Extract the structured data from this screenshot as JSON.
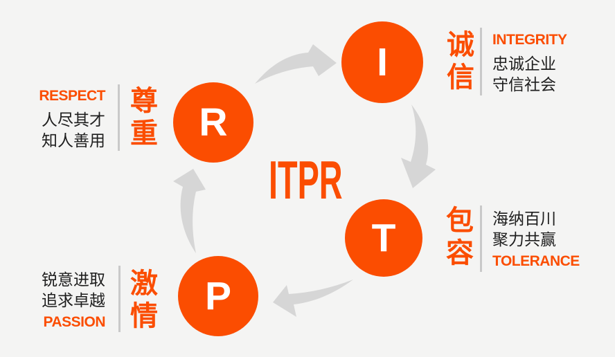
{
  "diagram": {
    "center_title": "ITPR",
    "nodes": {
      "integrity": {
        "letter": "I",
        "zh": "诚信",
        "en": "INTEGRITY",
        "lines": [
          "忠诚企业",
          "守信社会"
        ]
      },
      "tolerance": {
        "letter": "T",
        "zh": "包容",
        "en": "TOLERANCE",
        "lines": [
          "海纳百川",
          "聚力共赢"
        ]
      },
      "passion": {
        "letter": "P",
        "zh": "激情",
        "en": "PASSION",
        "lines": [
          "锐意进取",
          "追求卓越"
        ]
      },
      "respect": {
        "letter": "R",
        "zh": "尊重",
        "en": "RESPECT",
        "lines": [
          "人尽其才",
          "知人善用"
        ]
      }
    },
    "icons": {
      "arrows": [
        "cycle-arrow-top",
        "cycle-arrow-right",
        "cycle-arrow-bottom",
        "cycle-arrow-left"
      ]
    },
    "colors": {
      "accent": "#fb4d01",
      "text": "#1e1e1e",
      "arrow": "#d6d6d6",
      "divider": "#c9c9c9",
      "background": "#f4f4f3",
      "circle_letter": "#ffffff"
    }
  }
}
